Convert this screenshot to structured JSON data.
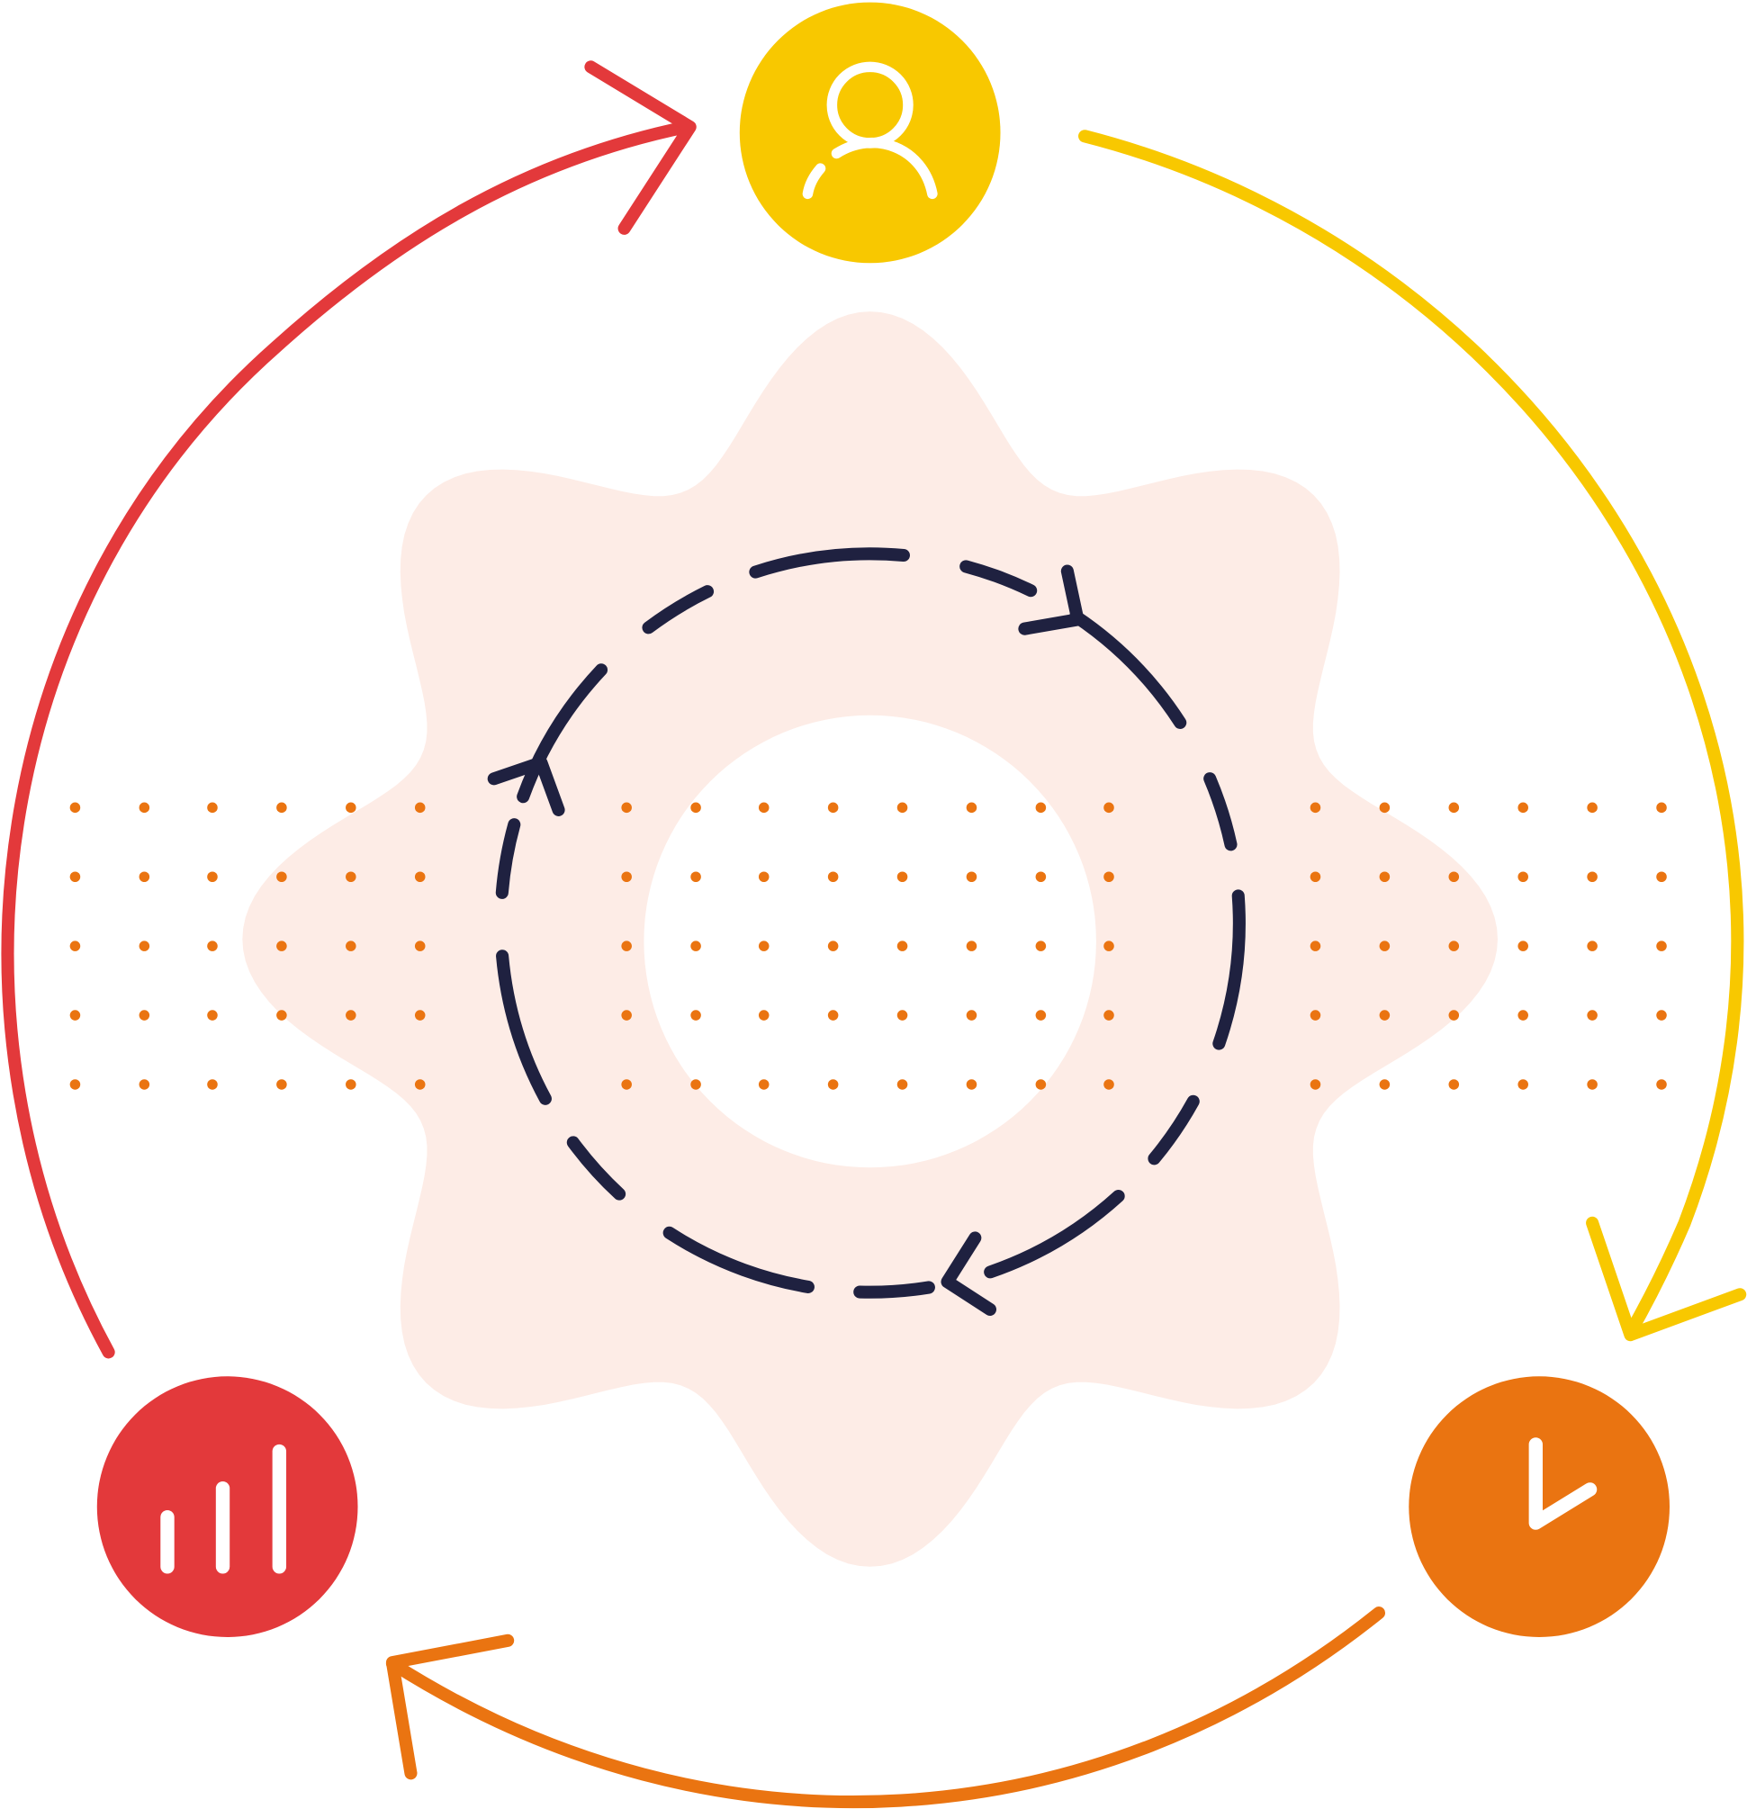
{
  "colors": {
    "red": "#e3393b",
    "yellow": "#f8c800",
    "orange": "#ea7411",
    "navy": "#1f2140",
    "gear_fill": "#fdece6",
    "dots": "#ea7411",
    "icon_stroke": "#ffffff"
  },
  "nodes": [
    {
      "name": "user",
      "icon": "person-icon",
      "color": "yellow"
    },
    {
      "name": "time",
      "icon": "clock-icon",
      "color": "orange"
    },
    {
      "name": "analytics",
      "icon": "bar-chart-icon",
      "color": "red"
    }
  ]
}
